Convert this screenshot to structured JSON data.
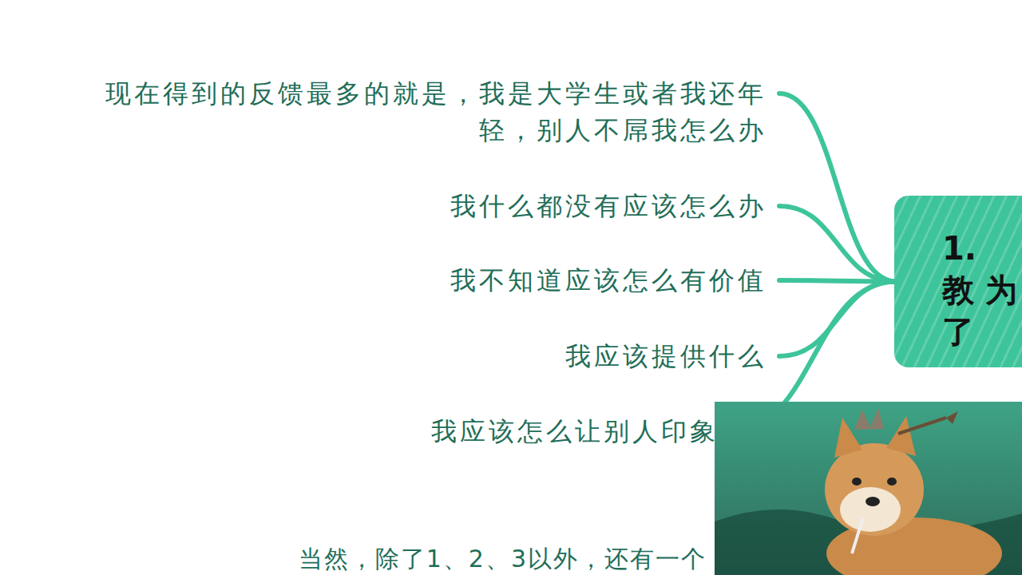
{
  "diagram": {
    "nodes": [
      {
        "text": [
          "1. 教 为了"
        ]
      },
      {
        "text": [
          "现在得到的反馈最多的就是，我是大学生或者我还年轻，别人不屌我怎么办"
        ]
      },
      {
        "text": [
          "我什么都没有应该怎么办"
        ]
      },
      {
        "text": [
          "我不知道应该怎么有价值"
        ]
      },
      {
        "text": [
          "我应该提供什么"
        ]
      },
      {
        "text": [
          "我应该怎么让别人印象"
        ]
      }
    ],
    "edges": [
      {
        "from": 0,
        "to": 1,
        "arrow": "none"
      },
      {
        "from": 0,
        "to": 2,
        "arrow": "none"
      },
      {
        "from": 0,
        "to": 3,
        "arrow": "none"
      },
      {
        "from": 0,
        "to": 4,
        "arrow": "none"
      },
      {
        "from": 0,
        "to": 5,
        "arrow": "none"
      }
    ],
    "labels": [
      "当然，除了1、2、3以外，还有一个"
    ]
  }
}
